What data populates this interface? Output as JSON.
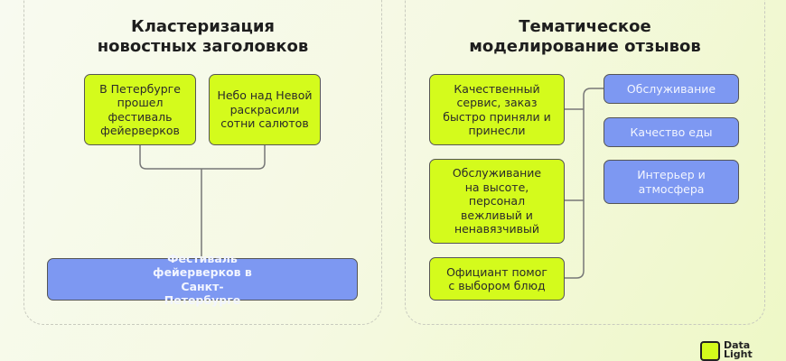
{
  "left": {
    "title_line1": "Кластеризация",
    "title_line2": "новостных заголовков",
    "inputs": [
      "В Петербурге прошел фестиваль фейерверков",
      "Небо над Невой раскрасили сотни салютов"
    ],
    "cluster": "Фестиваль фейерверков в Санкт-Петербурге"
  },
  "right": {
    "title_line1": "Тематическое",
    "title_line2": "моделирование отзывов",
    "reviews": [
      "Качественный сервис, заказ быстро приняли и принесли",
      "Обслуживание на высоте, персонал вежливый и ненавязчивый",
      "Официант помог с выбором блюд"
    ],
    "topics": [
      "Обслуживание",
      "Качество еды",
      "Интерьер и атмосфера"
    ]
  },
  "logo": {
    "line1": "Data",
    "line2": "Light"
  }
}
